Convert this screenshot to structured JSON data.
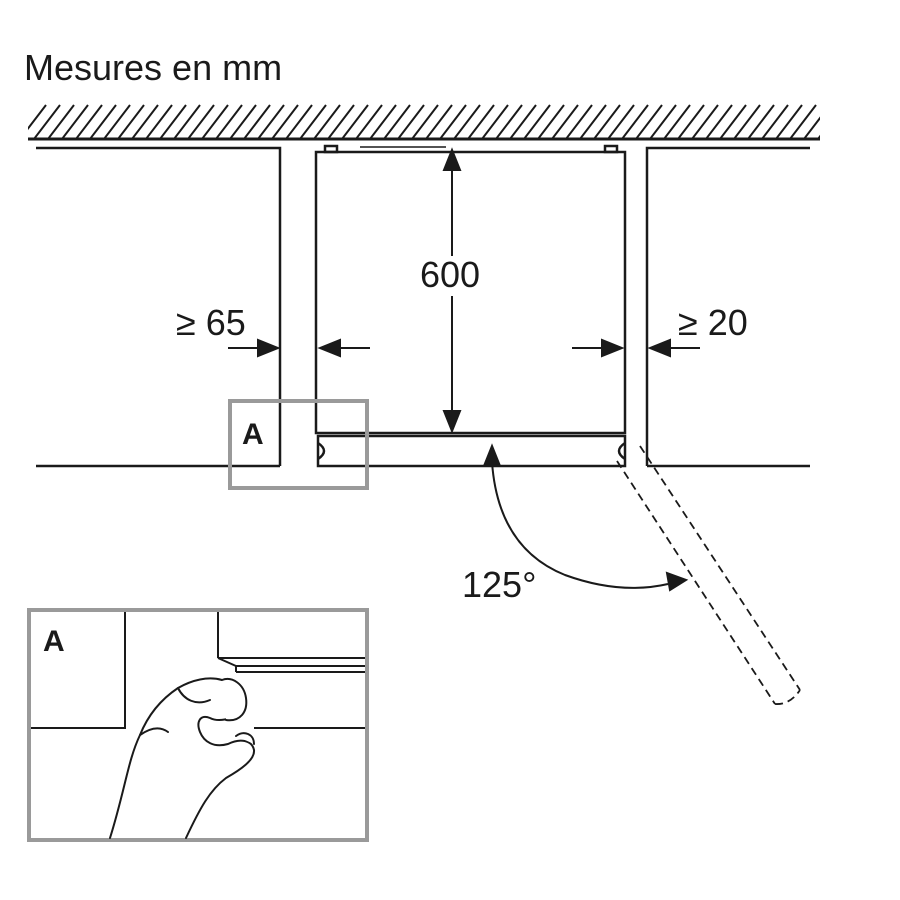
{
  "title": "Mesures en mm",
  "dimensions": {
    "depth": "600",
    "gap_left": "≥ 65",
    "gap_right": "≥ 20",
    "door_angle": "125°"
  },
  "callout": {
    "marker_label": "A",
    "detail_label": "A"
  },
  "colors": {
    "line": "#1a1a1a",
    "callout_frame": "#9a9a9a",
    "background": "#ffffff"
  }
}
